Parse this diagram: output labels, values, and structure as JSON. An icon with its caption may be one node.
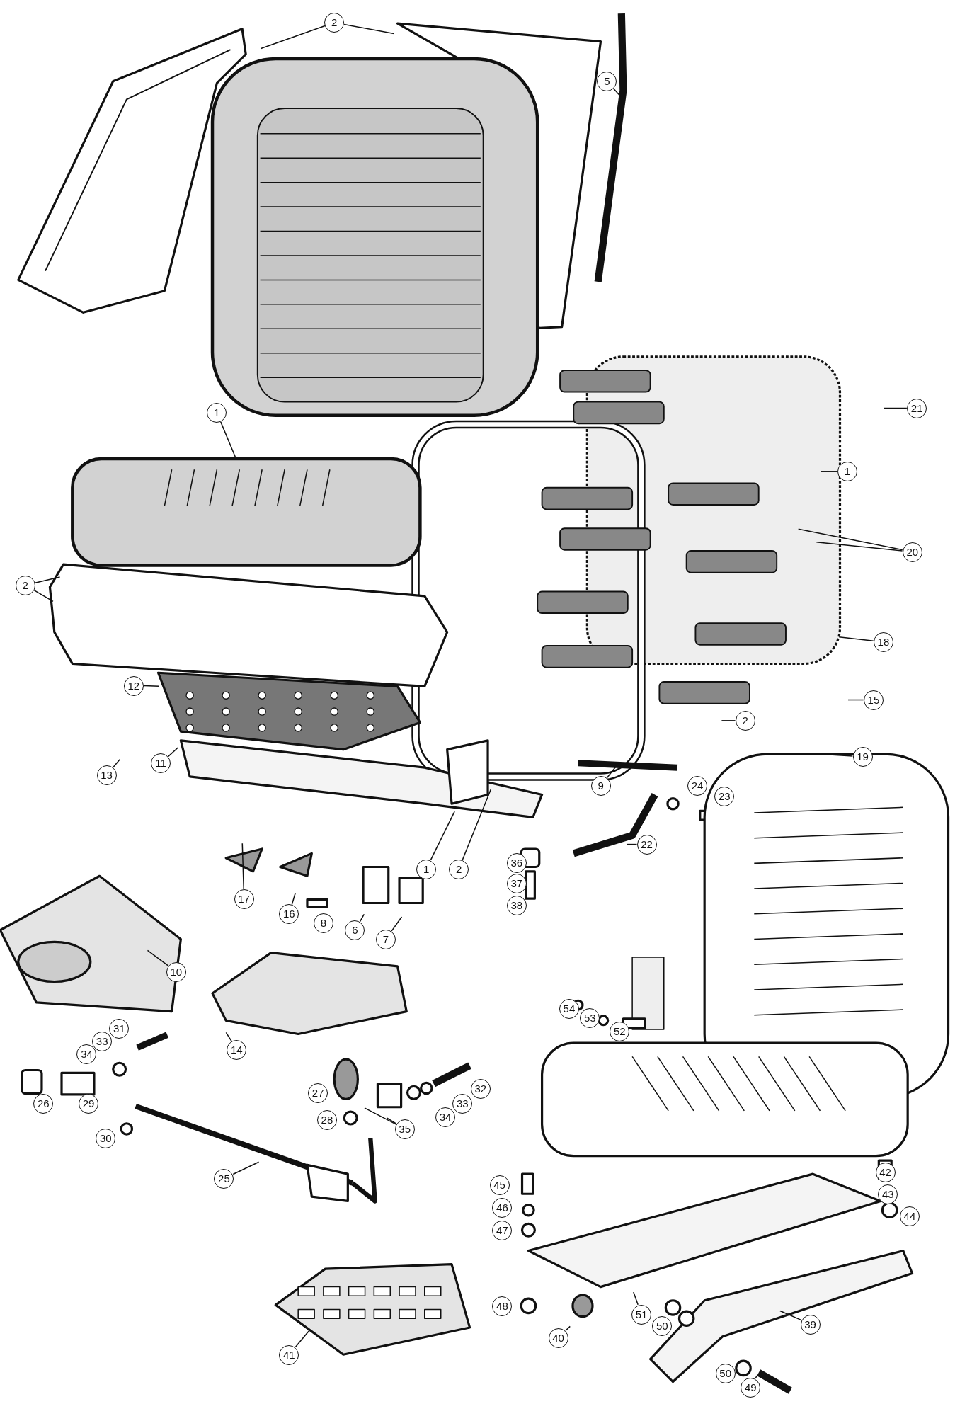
{
  "diagram": {
    "nodes": [
      {
        "text": [
          "2"
        ]
      },
      {
        "text": [
          "5"
        ]
      },
      {
        "text": [
          "21"
        ]
      },
      {
        "text": [
          "1"
        ]
      },
      {
        "text": [
          "1"
        ]
      },
      {
        "text": [
          "20"
        ]
      },
      {
        "text": [
          "2"
        ]
      },
      {
        "text": [
          "18"
        ]
      },
      {
        "text": [
          "12"
        ]
      },
      {
        "text": [
          "15"
        ]
      },
      {
        "text": [
          "2"
        ]
      },
      {
        "text": [
          "13"
        ]
      },
      {
        "text": [
          "11"
        ]
      },
      {
        "text": [
          "19"
        ]
      },
      {
        "text": [
          "9"
        ]
      },
      {
        "text": [
          "24"
        ]
      },
      {
        "text": [
          "23"
        ]
      },
      {
        "text": [
          "22"
        ]
      },
      {
        "text": [
          "1"
        ]
      },
      {
        "text": [
          "2"
        ]
      },
      {
        "text": [
          "36"
        ]
      },
      {
        "text": [
          "37"
        ]
      },
      {
        "text": [
          "38"
        ]
      },
      {
        "text": [
          "17"
        ]
      },
      {
        "text": [
          "16"
        ]
      },
      {
        "text": [
          "8"
        ]
      },
      {
        "text": [
          "6"
        ]
      },
      {
        "text": [
          "7"
        ]
      },
      {
        "text": [
          "10"
        ]
      },
      {
        "text": [
          "31"
        ]
      },
      {
        "text": [
          "33"
        ]
      },
      {
        "text": [
          "34"
        ]
      },
      {
        "text": [
          "54"
        ]
      },
      {
        "text": [
          "53"
        ]
      },
      {
        "text": [
          "52"
        ]
      },
      {
        "text": [
          "14"
        ]
      },
      {
        "text": [
          "27"
        ]
      },
      {
        "text": [
          "32"
        ]
      },
      {
        "text": [
          "33"
        ]
      },
      {
        "text": [
          "34"
        ]
      },
      {
        "text": [
          "26"
        ]
      },
      {
        "text": [
          "29"
        ]
      },
      {
        "text": [
          "30"
        ]
      },
      {
        "text": [
          "28"
        ]
      },
      {
        "text": [
          "35"
        ]
      },
      {
        "text": [
          "25"
        ]
      },
      {
        "text": [
          "45"
        ]
      },
      {
        "text": [
          "42"
        ]
      },
      {
        "text": [
          "46"
        ]
      },
      {
        "text": [
          "43"
        ]
      },
      {
        "text": [
          "47"
        ]
      },
      {
        "text": [
          "44"
        ]
      },
      {
        "text": [
          "48"
        ]
      },
      {
        "text": [
          "51"
        ]
      },
      {
        "text": [
          "50"
        ]
      },
      {
        "text": [
          "39"
        ]
      },
      {
        "text": [
          "40"
        ]
      },
      {
        "text": [
          "41"
        ]
      },
      {
        "text": [
          "50"
        ]
      },
      {
        "text": [
          "49"
        ]
      }
    ],
    "edges": [
      {
        "from": 0,
        "to": null,
        "arrow": "none"
      },
      {
        "from": 0,
        "to": null,
        "arrow": "none"
      },
      {
        "from": 1,
        "to": null,
        "arrow": "none"
      },
      {
        "from": 2,
        "to": null,
        "arrow": "none"
      },
      {
        "from": 3,
        "to": null,
        "arrow": "none"
      },
      {
        "from": 4,
        "to": null,
        "arrow": "none"
      },
      {
        "from": 5,
        "to": null,
        "arrow": "none"
      },
      {
        "from": 5,
        "to": null,
        "arrow": "none"
      },
      {
        "from": 6,
        "to": null,
        "arrow": "none"
      },
      {
        "from": 6,
        "to": null,
        "arrow": "none"
      },
      {
        "from": 7,
        "to": null,
        "arrow": "none"
      },
      {
        "from": 8,
        "to": null,
        "arrow": "none"
      },
      {
        "from": 9,
        "to": null,
        "arrow": "none"
      },
      {
        "from": 10,
        "to": null,
        "arrow": "none"
      },
      {
        "from": 11,
        "to": null,
        "arrow": "none"
      },
      {
        "from": 12,
        "to": null,
        "arrow": "none"
      },
      {
        "from": 13,
        "to": null,
        "arrow": "none"
      },
      {
        "from": 14,
        "to": null,
        "arrow": "none"
      },
      {
        "from": 17,
        "to": null,
        "arrow": "none"
      },
      {
        "from": 18,
        "to": null,
        "arrow": "none"
      },
      {
        "from": 19,
        "to": null,
        "arrow": "none"
      },
      {
        "from": 23,
        "to": null,
        "arrow": "none"
      },
      {
        "from": 24,
        "to": null,
        "arrow": "none"
      },
      {
        "from": 26,
        "to": null,
        "arrow": "none"
      },
      {
        "from": 27,
        "to": null,
        "arrow": "none"
      },
      {
        "from": 28,
        "to": null,
        "arrow": "none"
      },
      {
        "from": 35,
        "to": null,
        "arrow": "none"
      },
      {
        "from": 44,
        "to": null,
        "arrow": "none"
      },
      {
        "from": 44,
        "to": null,
        "arrow": "none"
      },
      {
        "from": 45,
        "to": null,
        "arrow": "none"
      },
      {
        "from": 53,
        "to": null,
        "arrow": "none"
      },
      {
        "from": 55,
        "to": null,
        "arrow": "none"
      },
      {
        "from": 56,
        "to": null,
        "arrow": "none"
      },
      {
        "from": 57,
        "to": null,
        "arrow": "none"
      },
      {
        "from": 59,
        "to": null,
        "arrow": "none"
      }
    ]
  }
}
